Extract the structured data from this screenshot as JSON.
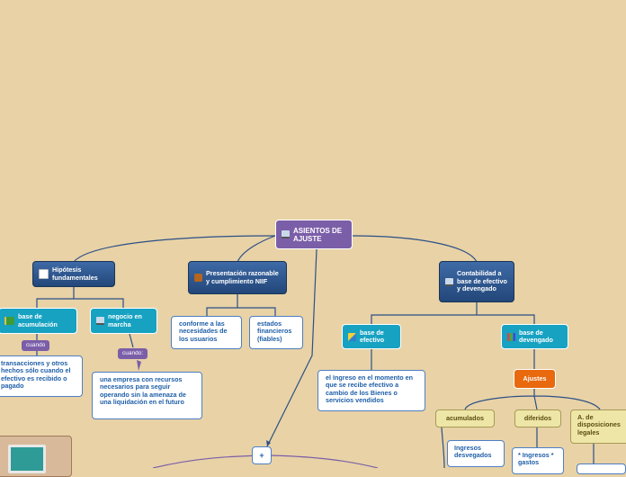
{
  "root": {
    "label": "ASIENTOS DE AJUSTE",
    "icon": "laptop-icon"
  },
  "branches": {
    "hipotesis": {
      "label": "Hipótesis fundamentales",
      "icon": "document-icon"
    },
    "presentacion": {
      "label": "Presentación razonable y cumplimiento NIIF",
      "icon": "briefcase-icon"
    },
    "contabilidad": {
      "label": "Contabilidad a base de efectivo y devengado",
      "icon": "laptop-icon"
    }
  },
  "hipotesis_children": {
    "acumulacion": {
      "label": "base de acumulación",
      "icon": "book-icon",
      "connector": "cuando",
      "detail": "transacciones y otros hechos sólo cuando el efectivo es recibido o pagado"
    },
    "negocio": {
      "label": "negocio en marcha",
      "icon": "laptop-icon",
      "connector": "cuando:",
      "detail": "una empresa con recursos necesarios para seguir operando sin la amenaza de una liquidación en el futuro"
    }
  },
  "presentacion_children": {
    "conforme": "conforme a las necesidades de los usuarios",
    "estados": "estados financieros (fiables)"
  },
  "contabilidad_children": {
    "efectivo": {
      "label": "base de efectivo",
      "icon": "pencil-icon",
      "detail": "el Ingreso en el momento en que se recibe efectivo a cambio de los Bienes o servicios vendidos"
    },
    "devengado": {
      "label": "base de devengado",
      "icon": "chart-icon"
    }
  },
  "ajustes": {
    "label": "Ajustes",
    "children": {
      "acumulados": {
        "label": "acumulados",
        "detail": "Ingresos desvegados"
      },
      "diferidos": {
        "label": "diferidos",
        "detail": "* Ingresos * gastos"
      },
      "disposiciones": {
        "label": "A. de disposiciones legales"
      }
    }
  },
  "plus_node": {
    "label": "+"
  },
  "colors": {
    "background": "#e8d2a6",
    "root": "#7b5ea8",
    "dark_node": "#2f5a92",
    "teal_node": "#17a2c2",
    "orange_node": "#e8690e",
    "olive_node": "#eee6a6",
    "line": "#2c4f86"
  }
}
